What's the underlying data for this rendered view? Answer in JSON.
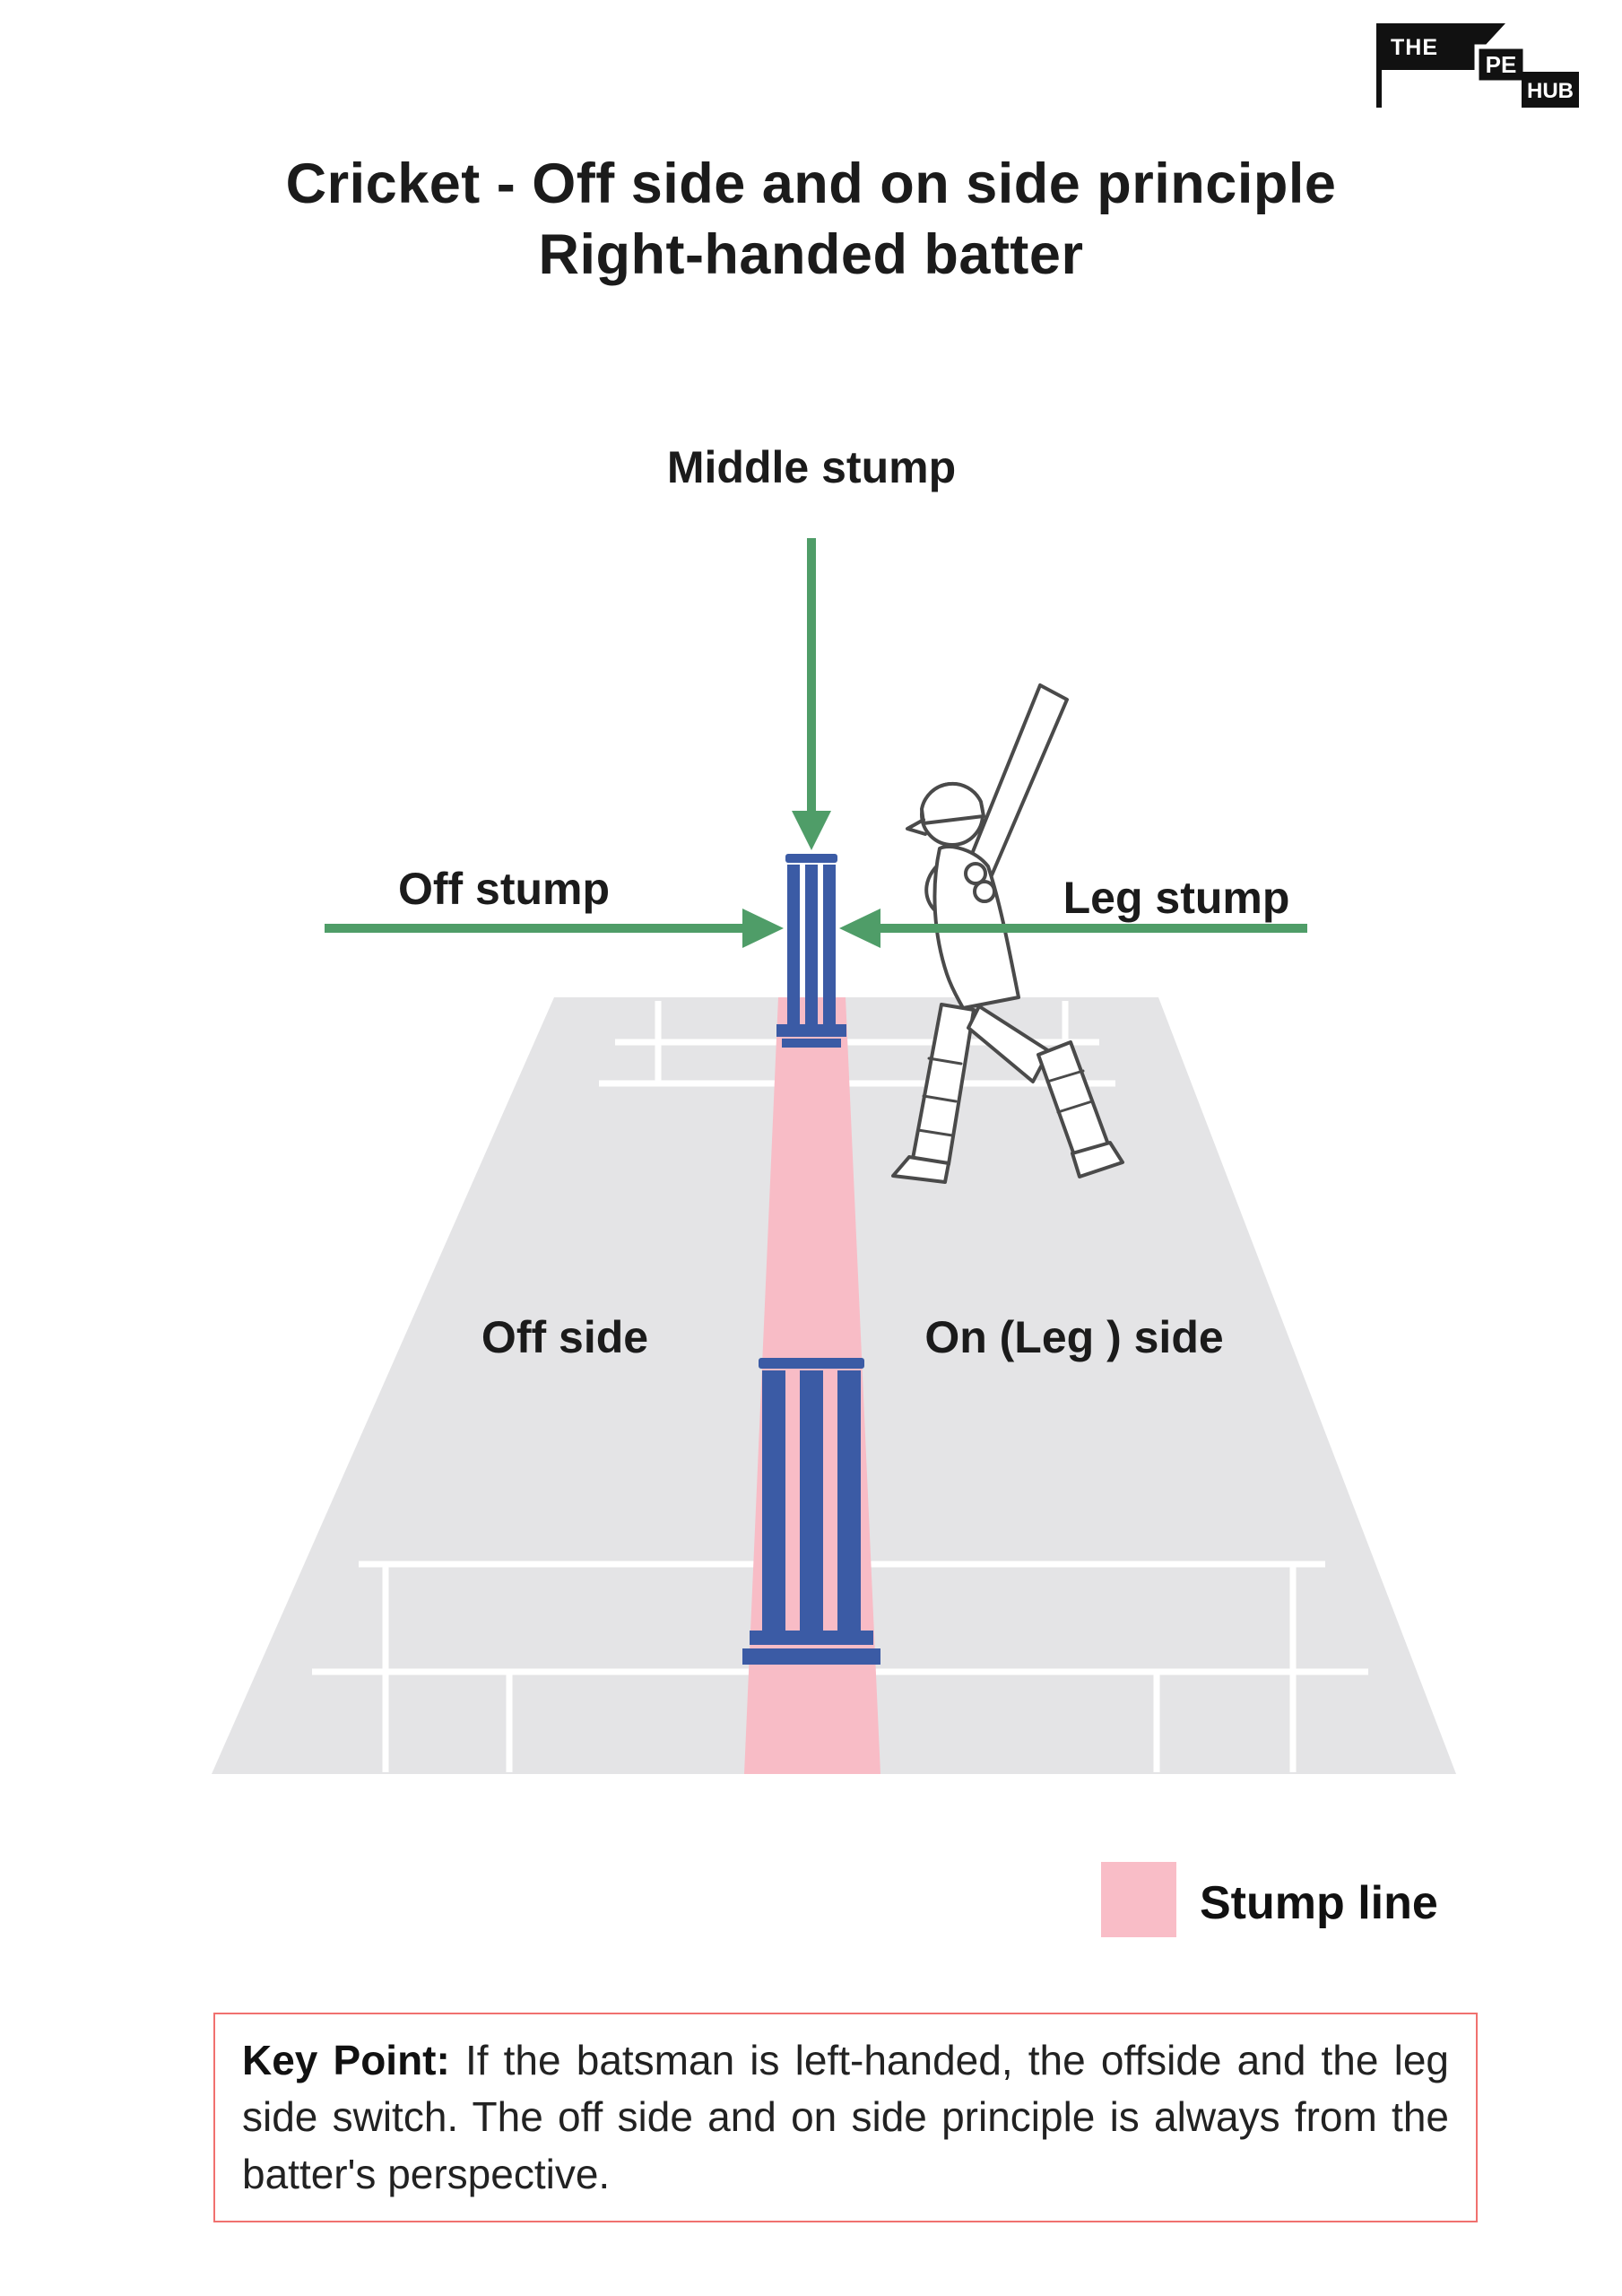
{
  "logo": {
    "the": "THE",
    "pe": "PE",
    "hub": "HUB"
  },
  "title": {
    "line1": "Cricket - Off side and on side principle",
    "line2": "Right-handed batter"
  },
  "diagram": {
    "labels": {
      "middle_stump": "Middle stump",
      "off_stump": "Off stump",
      "leg_stump": "Leg stump",
      "off_side": "Off side",
      "on_side": "On (Leg ) side"
    }
  },
  "legend": {
    "stump_line": "Stump line"
  },
  "key_point": {
    "label": "Key Point:",
    "text": " If the batsman is left-handed, the offside and the leg side switch.  The off side and on side principle is always from the batter's perspective."
  },
  "colors": {
    "arrow_green": "#4f9d68",
    "stump_blue": "#3b5ba5",
    "stump_line_pink": "#f8bcc6",
    "pitch_gray": "#e4e4e6",
    "key_point_border": "#f0716f"
  }
}
